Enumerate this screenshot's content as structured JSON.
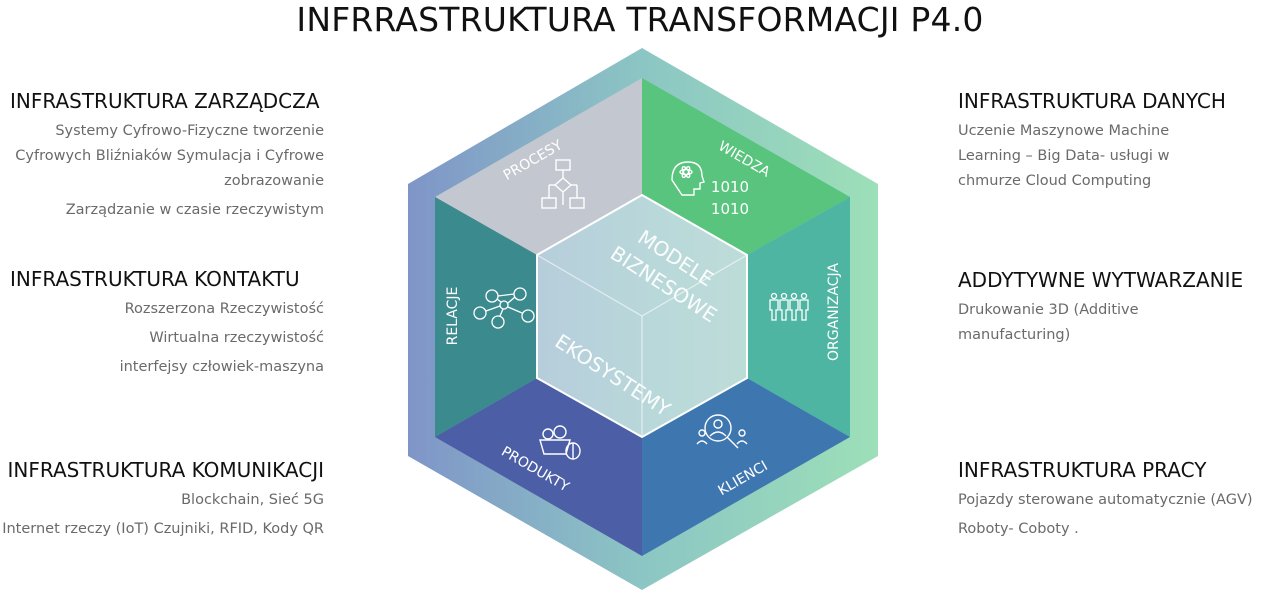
{
  "title": "INFRRASTRUKTURA TRANSFORMACJI P4.0",
  "colors": {
    "outer_left": "#7f95c8",
    "outer_right": "#9ddfb8",
    "procesy": "#c3c7cf",
    "wiedza": "#58c47d",
    "organizacja": "#4fb5a3",
    "klienci": "#3e77b0",
    "produkty": "#4c5ea6",
    "relacje": "#3b8a8e",
    "cube": "#dfe6ec",
    "icon": "#ffffff"
  },
  "hexagon": {
    "segments": {
      "procesy": "PROCESY",
      "wiedza": "WIEDZA",
      "organizacja": "ORGANIZACJA",
      "klienci": "KLIENCI",
      "produkty": "PRODUKTY",
      "relacje": "RELACJE"
    },
    "center": {
      "line1": "MODELE",
      "line2": "BIZNESOWE",
      "line3": "EKOSYSTEMY"
    },
    "binary": [
      "1010",
      "1010"
    ]
  },
  "left_blocks": [
    {
      "title": "INFRASTRUKTURA ZARZĄDCZA",
      "lines": [
        "Systemy Cyfrowo-Fizyczne tworzenie",
        "Cyfrowych Bliźniaków Symulacja i Cyfrowe",
        "zobrazowanie",
        "Zarządzanie w czasie rzeczywistym"
      ]
    },
    {
      "title": "INFRASTRUKTURA KONTAKTU",
      "lines": [
        "Rozszerzona Rzeczywistość",
        "Wirtualna rzeczywistość",
        "interfejsy człowiek-maszyna"
      ]
    },
    {
      "title": "INFRASTRUKTURA KOMUNIKACJI",
      "lines": [
        "Blockchain, Sieć 5G",
        "Internet rzeczy (IoT) Czujniki, RFID, Kody QR"
      ]
    }
  ],
  "right_blocks": [
    {
      "title": "INFRASTRUKTURA DANYCH",
      "lines": [
        "Uczenie Maszynowe Machine",
        "Learning – Big Data- usługi w",
        "chmurze Cloud Computing"
      ]
    },
    {
      "title": "ADDYTYWNE WYTWARZANIE",
      "lines": [
        "Drukowanie 3D (Additive",
        "manufacturing)"
      ]
    },
    {
      "title": "INFRASTRUKTURA PRACY",
      "lines": [
        "Pojazdy sterowane automatycznie (AGV)",
        "Roboty- Coboty ."
      ]
    }
  ]
}
